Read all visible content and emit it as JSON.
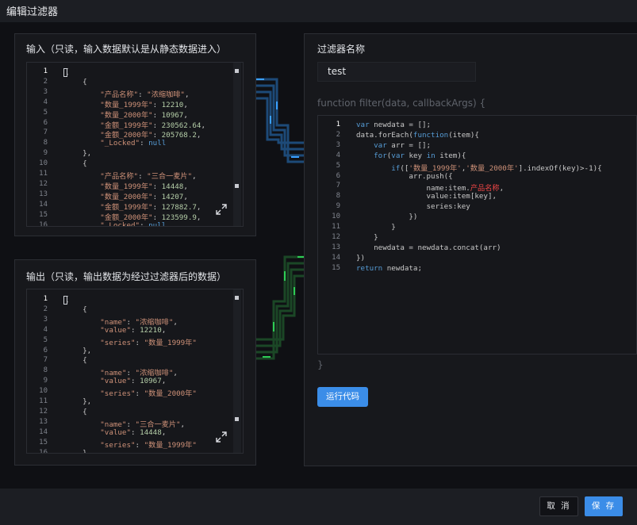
{
  "dialog": {
    "title": "编辑过滤器"
  },
  "input_panel": {
    "title": "输入（只读，输入数据默认是从静态数据进入）",
    "lines": [
      [
        [
          "v",
          "["
        ]
      ],
      [
        [
          "v",
          "    {"
        ]
      ],
      [
        [
          "v",
          "        "
        ],
        [
          "s",
          "\"产品名称\""
        ],
        [
          "v",
          ": "
        ],
        [
          "s",
          "\"浓缩咖啡\""
        ],
        [
          "v",
          ","
        ]
      ],
      [
        [
          "v",
          "        "
        ],
        [
          "s",
          "\"数量_1999年\""
        ],
        [
          "v",
          ": "
        ],
        [
          "n",
          "12210"
        ],
        [
          "v",
          ","
        ]
      ],
      [
        [
          "v",
          "        "
        ],
        [
          "s",
          "\"数量_2000年\""
        ],
        [
          "v",
          ": "
        ],
        [
          "n",
          "10967"
        ],
        [
          "v",
          ","
        ]
      ],
      [
        [
          "v",
          "        "
        ],
        [
          "s",
          "\"金额_1999年\""
        ],
        [
          "v",
          ": "
        ],
        [
          "n",
          "230562.64"
        ],
        [
          "v",
          ","
        ]
      ],
      [
        [
          "v",
          "        "
        ],
        [
          "s",
          "\"金额_2000年\""
        ],
        [
          "v",
          ": "
        ],
        [
          "n",
          "205768.2"
        ],
        [
          "v",
          ","
        ]
      ],
      [
        [
          "v",
          "        "
        ],
        [
          "s",
          "\"_Locked\""
        ],
        [
          "v",
          ": "
        ],
        [
          "k",
          "null"
        ]
      ],
      [
        [
          "v",
          "    },"
        ]
      ],
      [
        [
          "v",
          "    {"
        ]
      ],
      [
        [
          "v",
          "        "
        ],
        [
          "s",
          "\"产品名称\""
        ],
        [
          "v",
          ": "
        ],
        [
          "s",
          "\"三合一麦片\""
        ],
        [
          "v",
          ","
        ]
      ],
      [
        [
          "v",
          "        "
        ],
        [
          "s",
          "\"数量_1999年\""
        ],
        [
          "v",
          ": "
        ],
        [
          "n",
          "14448"
        ],
        [
          "v",
          ","
        ]
      ],
      [
        [
          "v",
          "        "
        ],
        [
          "s",
          "\"数量_2000年\""
        ],
        [
          "v",
          ": "
        ],
        [
          "n",
          "14207"
        ],
        [
          "v",
          ","
        ]
      ],
      [
        [
          "v",
          "        "
        ],
        [
          "s",
          "\"金额_1999年\""
        ],
        [
          "v",
          ": "
        ],
        [
          "n",
          "127882.7"
        ],
        [
          "v",
          ","
        ]
      ],
      [
        [
          "v",
          "        "
        ],
        [
          "s",
          "\"金额_2000年\""
        ],
        [
          "v",
          ": "
        ],
        [
          "n",
          "123599.9"
        ],
        [
          "v",
          ","
        ]
      ],
      [
        [
          "v",
          "        "
        ],
        [
          "s",
          "\"_Locked\""
        ],
        [
          "v",
          ": "
        ],
        [
          "k",
          "null"
        ]
      ]
    ],
    "line_numbers": [
      "1",
      "2",
      "3",
      "4",
      "5",
      "6",
      "7",
      "8",
      "9",
      "10",
      "11",
      "12",
      "13",
      "14",
      "15",
      "16"
    ]
  },
  "output_panel": {
    "title": "输出（只读，输出数据为经过过滤器后的数据）",
    "lines": [
      [
        [
          "v",
          "["
        ]
      ],
      [
        [
          "v",
          "    {"
        ]
      ],
      [
        [
          "v",
          "        "
        ],
        [
          "s",
          "\"name\""
        ],
        [
          "v",
          ": "
        ],
        [
          "s",
          "\"浓缩咖啡\""
        ],
        [
          "v",
          ","
        ]
      ],
      [
        [
          "v",
          "        "
        ],
        [
          "s",
          "\"value\""
        ],
        [
          "v",
          ": "
        ],
        [
          "n",
          "12210"
        ],
        [
          "v",
          ","
        ]
      ],
      [
        [
          "v",
          "        "
        ],
        [
          "s",
          "\"series\""
        ],
        [
          "v",
          ": "
        ],
        [
          "s",
          "\"数量_1999年\""
        ]
      ],
      [
        [
          "v",
          "    },"
        ]
      ],
      [
        [
          "v",
          "    {"
        ]
      ],
      [
        [
          "v",
          "        "
        ],
        [
          "s",
          "\"name\""
        ],
        [
          "v",
          ": "
        ],
        [
          "s",
          "\"浓缩咖啡\""
        ],
        [
          "v",
          ","
        ]
      ],
      [
        [
          "v",
          "        "
        ],
        [
          "s",
          "\"value\""
        ],
        [
          "v",
          ": "
        ],
        [
          "n",
          "10967"
        ],
        [
          "v",
          ","
        ]
      ],
      [
        [
          "v",
          "        "
        ],
        [
          "s",
          "\"series\""
        ],
        [
          "v",
          ": "
        ],
        [
          "s",
          "\"数量_2000年\""
        ]
      ],
      [
        [
          "v",
          "    },"
        ]
      ],
      [
        [
          "v",
          "    {"
        ]
      ],
      [
        [
          "v",
          "        "
        ],
        [
          "s",
          "\"name\""
        ],
        [
          "v",
          ": "
        ],
        [
          "s",
          "\"三合一麦片\""
        ],
        [
          "v",
          ","
        ]
      ],
      [
        [
          "v",
          "        "
        ],
        [
          "s",
          "\"value\""
        ],
        [
          "v",
          ": "
        ],
        [
          "n",
          "14448"
        ],
        [
          "v",
          ","
        ]
      ],
      [
        [
          "v",
          "        "
        ],
        [
          "s",
          "\"series\""
        ],
        [
          "v",
          ": "
        ],
        [
          "s",
          "\"数量_1999年\""
        ]
      ],
      [
        [
          "v",
          "    },"
        ]
      ]
    ],
    "line_numbers": [
      "1",
      "2",
      "3",
      "4",
      "5",
      "6",
      "7",
      "8",
      "9",
      "10",
      "11",
      "12",
      "13",
      "14",
      "15",
      "16"
    ]
  },
  "filter_panel": {
    "name_label": "过滤器名称",
    "name_value": "test",
    "fn_open": "function filter(data, callbackArgs) {",
    "fn_close": "}",
    "run_label": "运行代码",
    "lines": [
      [
        [
          "k",
          "var"
        ],
        [
          "v",
          " newdata = [];"
        ]
      ],
      [
        [
          "v",
          "data.forEach("
        ],
        [
          "k",
          "function"
        ],
        [
          "v",
          "(item){"
        ]
      ],
      [
        [
          "v",
          "    "
        ],
        [
          "k",
          "var"
        ],
        [
          "v",
          " arr = [];"
        ]
      ],
      [
        [
          "v",
          "    "
        ],
        [
          "k",
          "for"
        ],
        [
          "v",
          "("
        ],
        [
          "k",
          "var"
        ],
        [
          "v",
          " key "
        ],
        [
          "k",
          "in"
        ],
        [
          "v",
          " item){"
        ]
      ],
      [
        [
          "v",
          "        "
        ],
        [
          "k",
          "if"
        ],
        [
          "v",
          "(["
        ],
        [
          "s",
          "'数量_1999年'"
        ],
        [
          "v",
          ","
        ],
        [
          "s",
          "'数量_2000年'"
        ],
        [
          "v",
          "].indexOf(key)>-1){"
        ]
      ],
      [
        [
          "v",
          "            arr.push({"
        ]
      ],
      [
        [
          "v",
          "                name:item."
        ],
        [
          "r",
          "产品名称"
        ],
        [
          "v",
          ","
        ]
      ],
      [
        [
          "v",
          "                value:item[key],"
        ]
      ],
      [
        [
          "v",
          "                series:key"
        ]
      ],
      [
        [
          "v",
          "            })"
        ]
      ],
      [
        [
          "v",
          "        }"
        ]
      ],
      [
        [
          "v",
          "    }"
        ]
      ],
      [
        [
          "v",
          "    newdata = newdata.concat(arr)"
        ]
      ],
      [
        [
          "v",
          "})"
        ]
      ],
      [
        [
          "k",
          "return"
        ],
        [
          "v",
          " newdata;"
        ]
      ]
    ],
    "line_numbers": [
      "1",
      "2",
      "3",
      "4",
      "5",
      "6",
      "7",
      "8",
      "9",
      "10",
      "11",
      "12",
      "13",
      "14",
      "15"
    ]
  },
  "footer": {
    "cancel_label": "取 消",
    "save_label": "保 存"
  },
  "colors": {
    "accent": "#3b8de8",
    "connector_in": "#3aa0ff",
    "connector_out": "#2ecc55"
  }
}
